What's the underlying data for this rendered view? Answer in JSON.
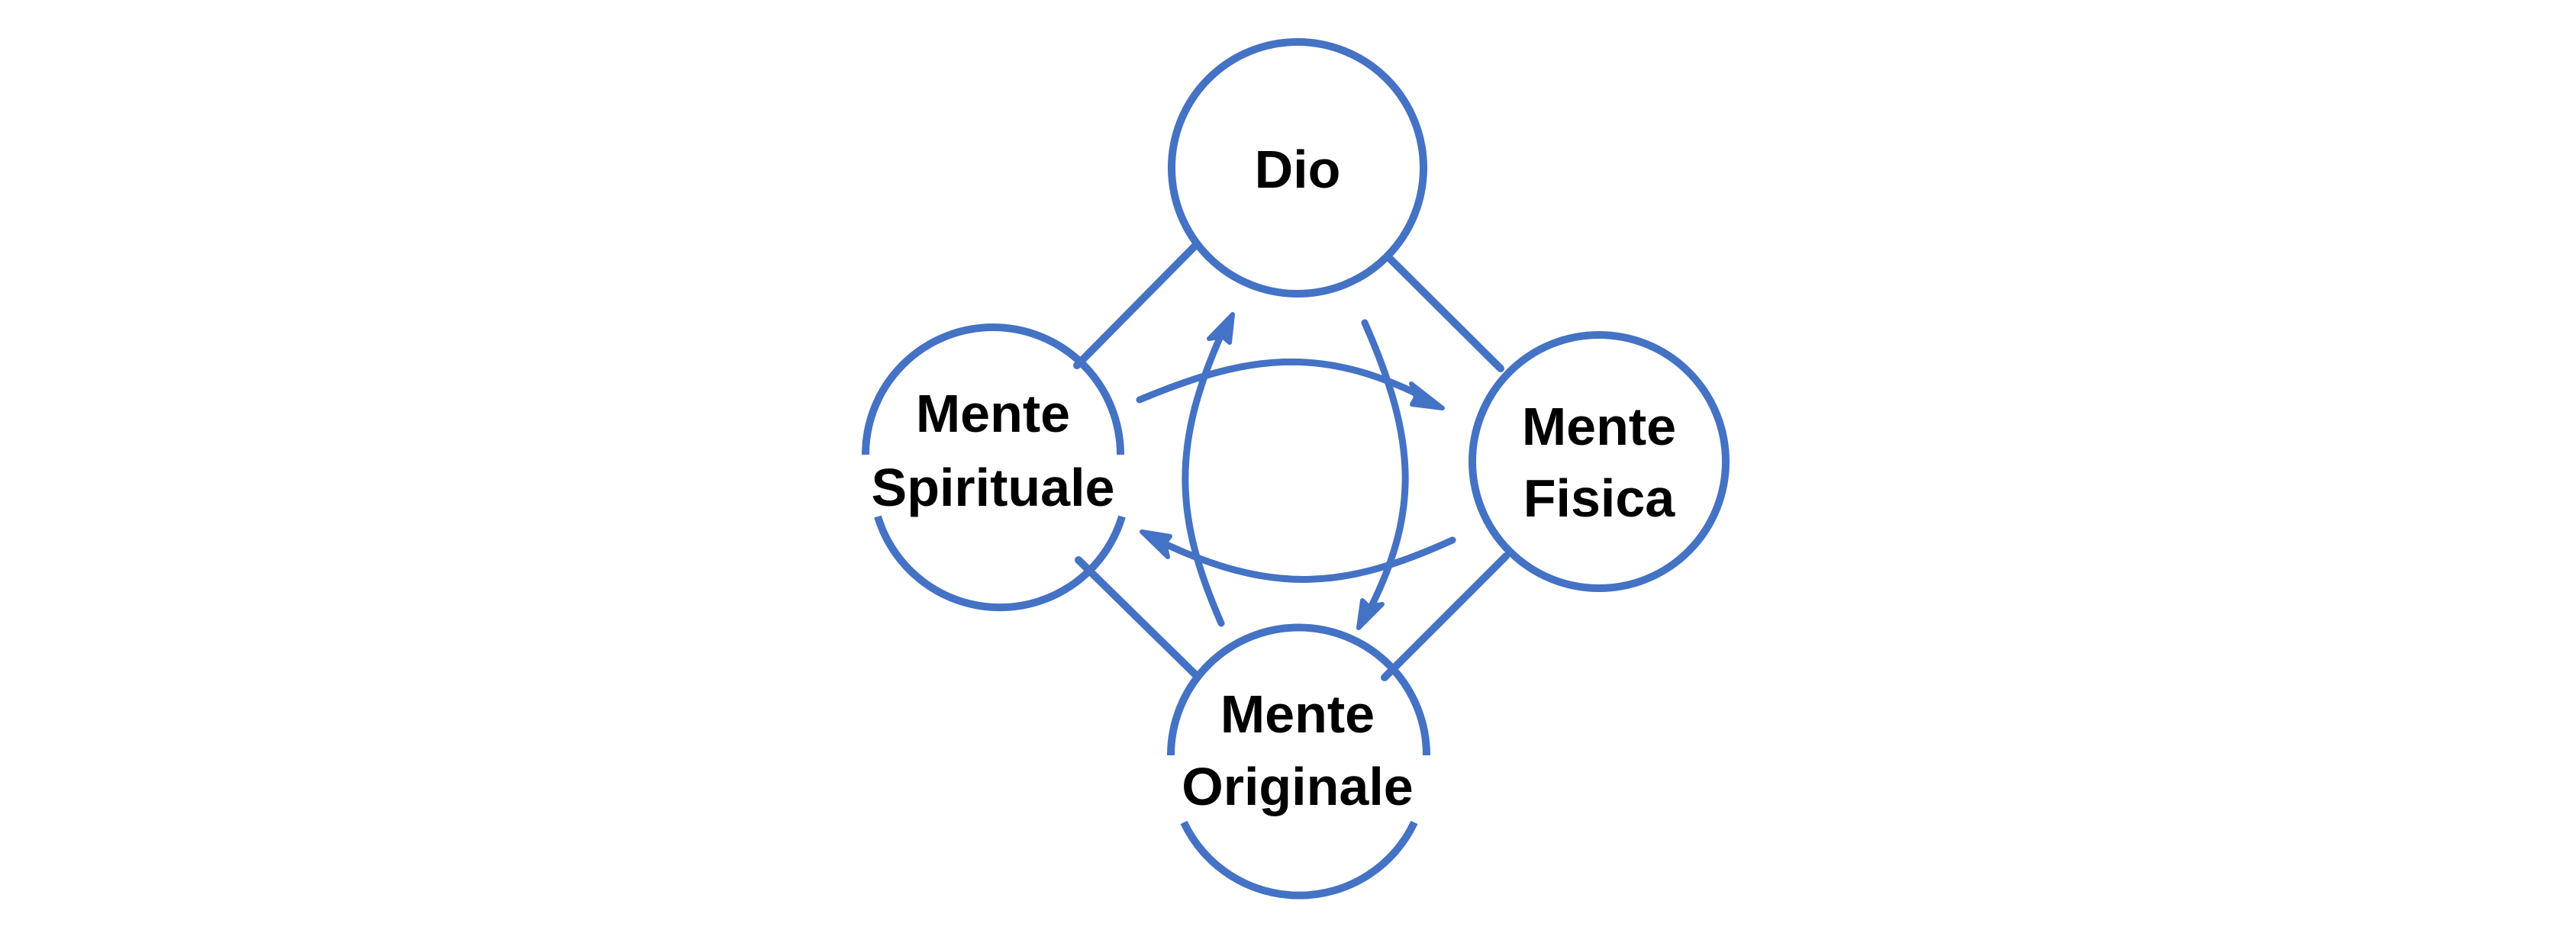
{
  "diagram": {
    "stroke_color": "#4472C4",
    "background": "#FFFFFF",
    "text_color": "#000000",
    "nodes": {
      "dio": {
        "lines": [
          "Dio"
        ]
      },
      "mente_spirituale": {
        "lines": [
          "Mente",
          "Spirituale"
        ]
      },
      "mente_fisica": {
        "lines": [
          "Mente",
          "Fisica"
        ]
      },
      "mente_originale": {
        "lines": [
          "Mente",
          "Originale"
        ]
      }
    },
    "edges": [
      {
        "from": "dio",
        "to": "mente_spirituale",
        "style": "line"
      },
      {
        "from": "dio",
        "to": "mente_fisica",
        "style": "line"
      },
      {
        "from": "mente_spirituale",
        "to": "mente_originale",
        "style": "line"
      },
      {
        "from": "mente_fisica",
        "to": "mente_originale",
        "style": "line"
      }
    ],
    "arrows": [
      {
        "from": "mente_spirituale",
        "to": "mente_fisica"
      },
      {
        "from": "mente_fisica",
        "to": "mente_spirituale"
      },
      {
        "from": "mente_originale",
        "to": "dio"
      },
      {
        "from": "dio",
        "to": "mente_originale"
      }
    ]
  }
}
